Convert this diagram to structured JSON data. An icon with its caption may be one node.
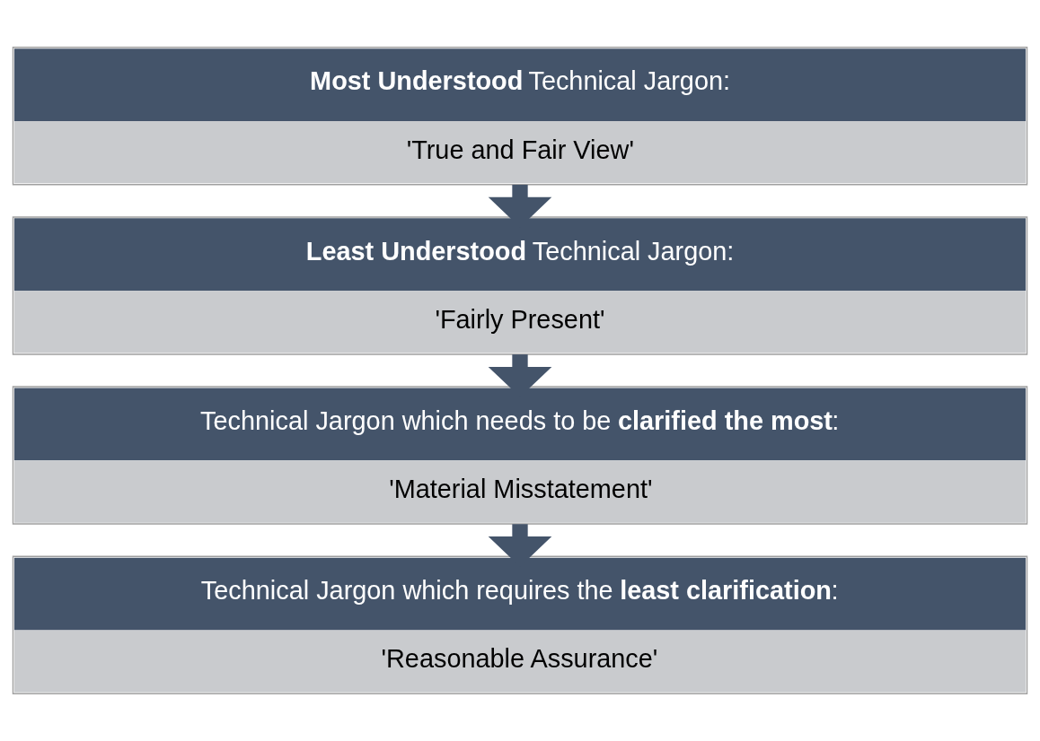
{
  "diagram": {
    "nodes": [
      {
        "text": [
          "**Most Understood** Technical Jargon:",
          "'True and Fair View'"
        ]
      },
      {
        "text": [
          "**Least Understood** Technical Jargon:",
          "'Fairly Present'"
        ]
      },
      {
        "text": [
          "Technical Jargon which needs to be **clarified the most**:",
          "'Material Misstatement'"
        ]
      },
      {
        "text": [
          "Technical Jargon which requires the **least clarification**:",
          "'Reasonable Assurance'"
        ]
      }
    ],
    "edges": [
      {
        "from": 0,
        "to": 1,
        "arrow": "to"
      },
      {
        "from": 1,
        "to": 2,
        "arrow": "to"
      },
      {
        "from": 2,
        "to": 3,
        "arrow": "to"
      }
    ]
  }
}
